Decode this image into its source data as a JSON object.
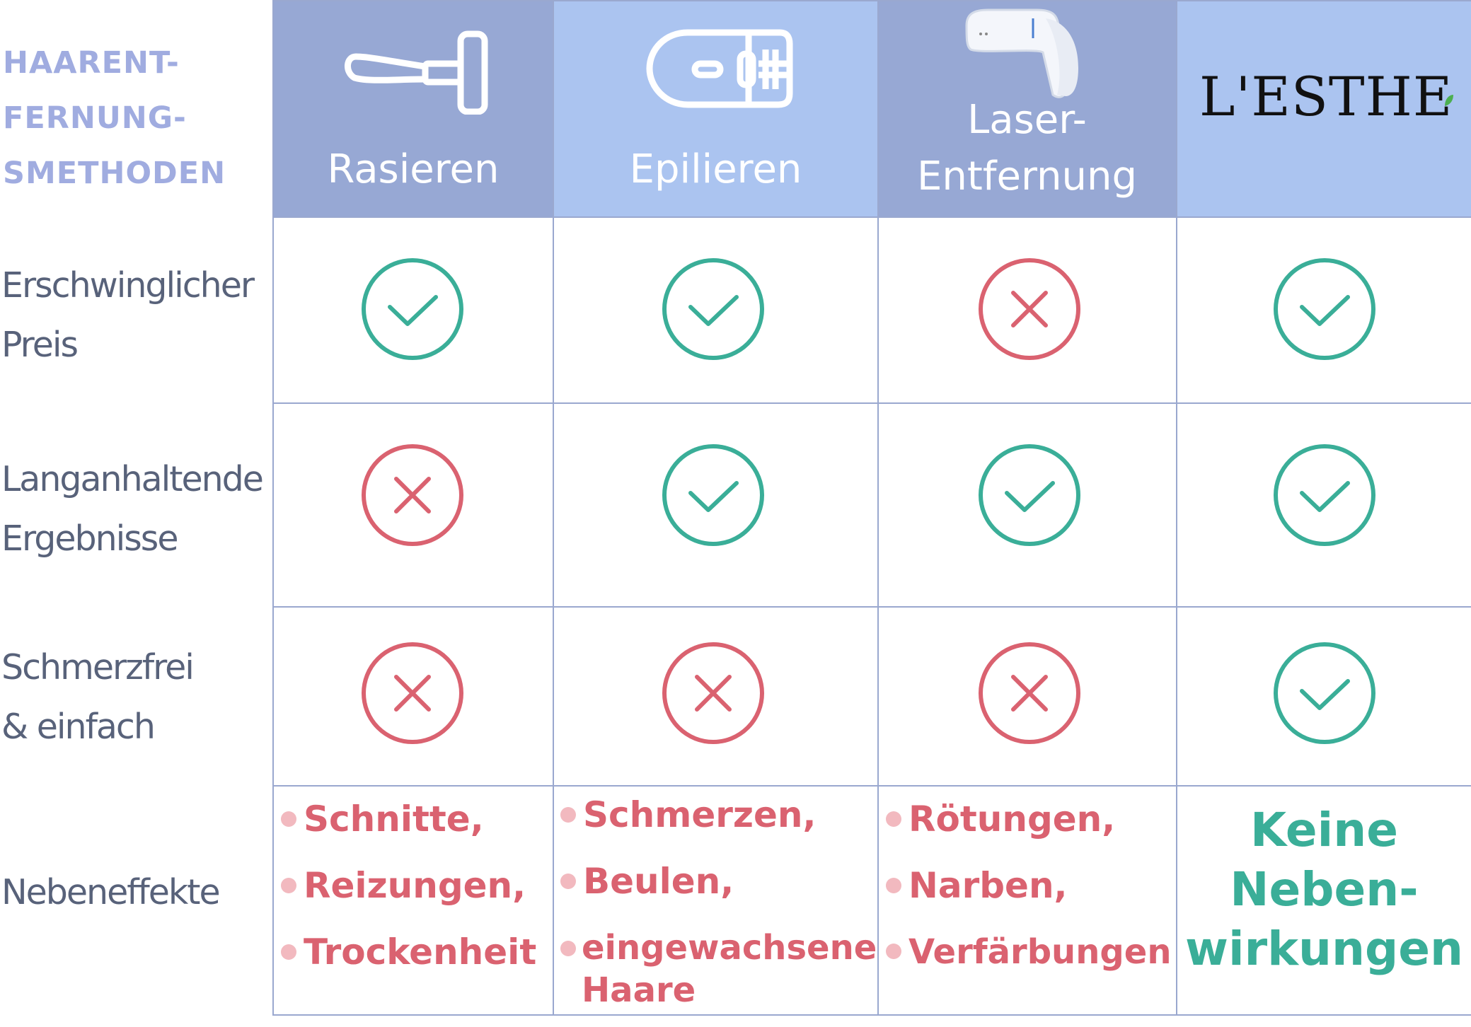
{
  "table": {
    "title_lines": [
      "HAARENT-",
      "FERNUNG-",
      "SMETHODEN"
    ],
    "columns": [
      {
        "icon": "razor-icon",
        "label_lines": [
          "Rasieren"
        ],
        "bg": "#97a8d4"
      },
      {
        "icon": "epilator-icon",
        "label_lines": [
          "Epilieren"
        ],
        "bg": "#abc4f0"
      },
      {
        "icon": "laser-device-icon",
        "label_lines": [
          "Laser-",
          "Entfernung"
        ],
        "bg": "#97a8d4"
      },
      {
        "icon": "lesthe-logo",
        "logo_text": "L'ESTHE",
        "bg": "#abc4f0"
      }
    ],
    "rows": [
      {
        "label_lines": [
          "Erschwinglicher",
          "Preis"
        ],
        "values": [
          "check",
          "check",
          "cross",
          "check"
        ]
      },
      {
        "label_lines": [
          "Langanhaltende",
          "Ergebnisse"
        ],
        "values": [
          "cross",
          "check",
          "check",
          "check"
        ]
      },
      {
        "label_lines": [
          "Schmerzfrei",
          "& einfach"
        ],
        "values": [
          "cross",
          "cross",
          "cross",
          "check"
        ]
      }
    ],
    "side_effects": {
      "label": "Nebeneffekte",
      "columns": [
        [
          "Schnitte,",
          "Reizungen,",
          "Trockenheit"
        ],
        [
          "Schmerzen,",
          "Beulen,",
          "eingewachsene Haare"
        ],
        [
          "Rötungen,",
          "Narben,",
          "Verfärbungen"
        ]
      ],
      "none_lines": [
        "Keine",
        "Neben-",
        "wirkungen"
      ]
    }
  },
  "colors": {
    "check": "#3aae98",
    "cross": "#da6270",
    "grid": "#9aa8cf"
  }
}
